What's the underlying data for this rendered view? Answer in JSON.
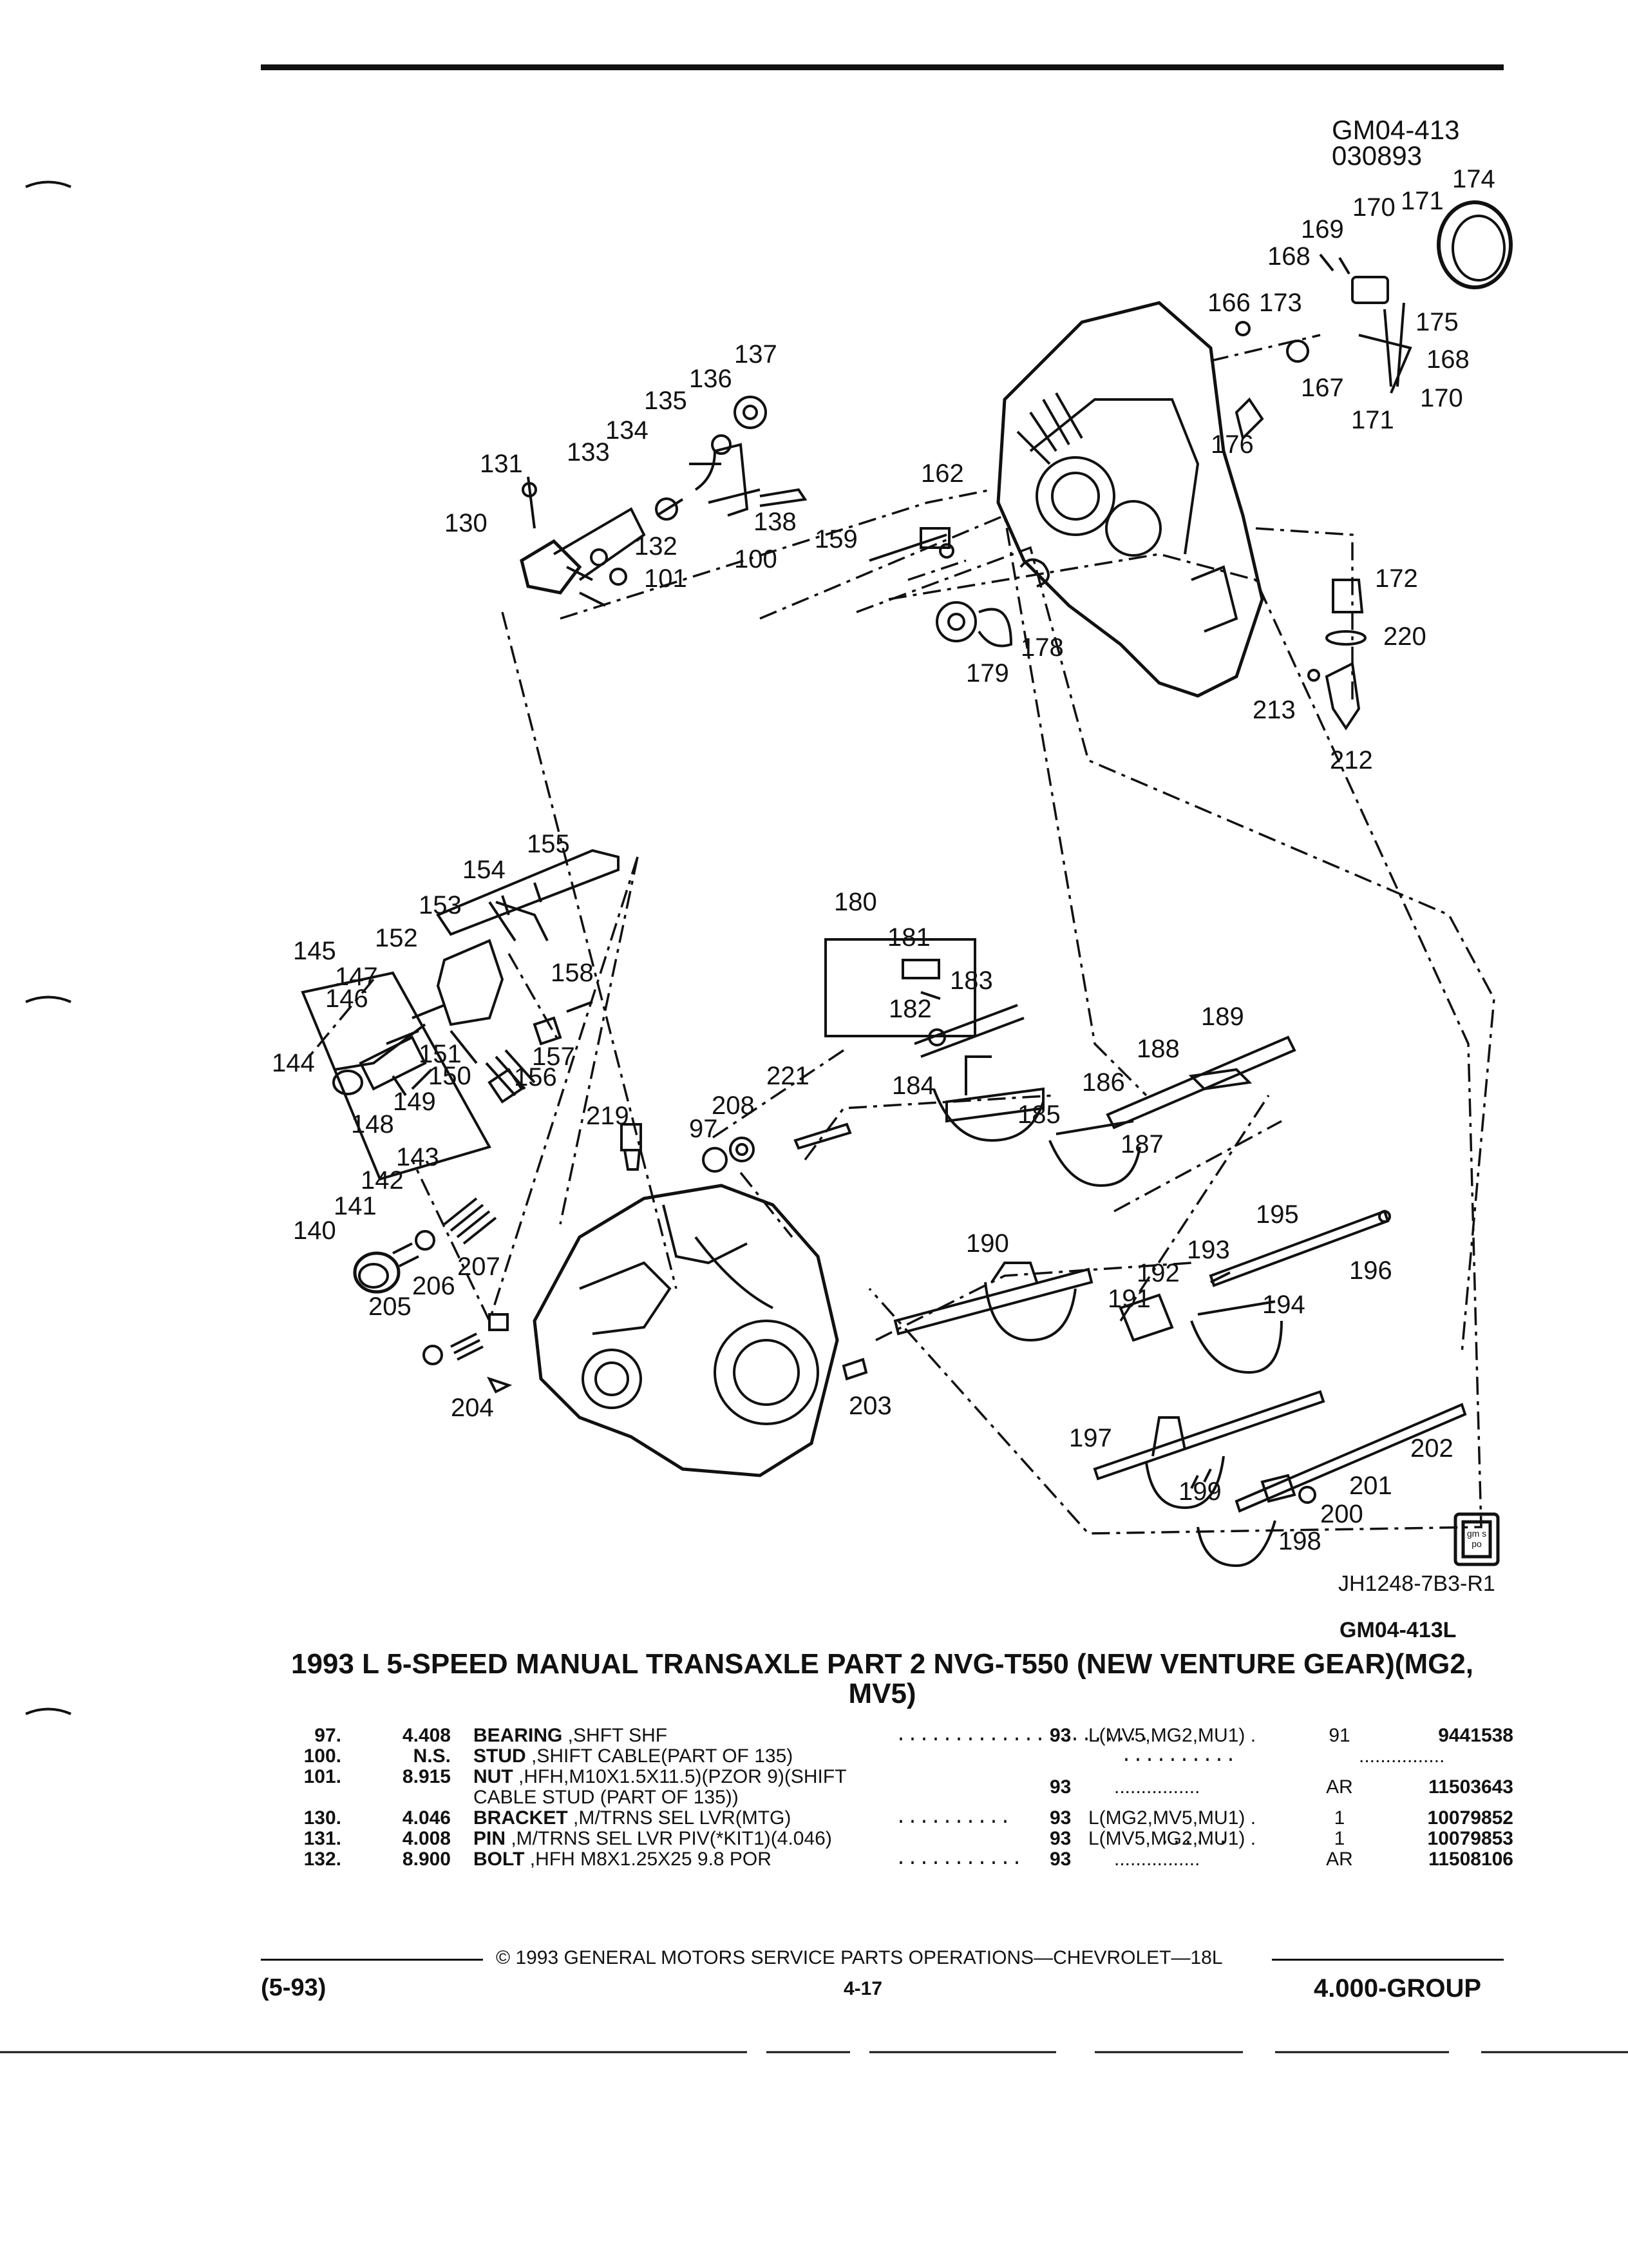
{
  "header": {
    "figure_id": "GM04-413",
    "figure_date": "030893"
  },
  "diagram": {
    "callouts": {
      "c97": "97",
      "c100": "100",
      "c101": "101",
      "c130": "130",
      "c131": "131",
      "c132": "132",
      "c133": "133",
      "c134": "134",
      "c135": "135",
      "c136": "136",
      "c137": "137",
      "c138": "138",
      "c140": "140",
      "c141": "141",
      "c142": "142",
      "c143": "143",
      "c144": "144",
      "c145": "145",
      "c146": "146",
      "c147": "147",
      "c148": "148",
      "c149": "149",
      "c150": "150",
      "c151": "151",
      "c152": "152",
      "c153": "153",
      "c154": "154",
      "c155": "155",
      "c156": "156",
      "c157": "157",
      "c158": "158",
      "c159": "159",
      "c162": "162",
      "c166": "166",
      "c167": "167",
      "c168a": "168",
      "c168b": "168",
      "c169": "169",
      "c170a": "170",
      "c170b": "170",
      "c171a": "171",
      "c171b": "171",
      "c172": "172",
      "c173": "173",
      "c174": "174",
      "c175": "175",
      "c176": "176",
      "c178": "178",
      "c179": "179",
      "c180": "180",
      "c181": "181",
      "c182": "182",
      "c183": "183",
      "c184": "184",
      "c185": "185",
      "c186": "186",
      "c187": "187",
      "c188": "188",
      "c189": "189",
      "c190": "190",
      "c191": "191",
      "c192": "192",
      "c193": "193",
      "c194": "194",
      "c195": "195",
      "c196": "196",
      "c197": "197",
      "c198": "198",
      "c199": "199",
      "c200": "200",
      "c201": "201",
      "c202": "202",
      "c203": "203",
      "c204": "204",
      "c205": "205",
      "c206": "206",
      "c207": "207",
      "c208": "208",
      "c212": "212",
      "c213": "213",
      "c219": "219",
      "c220": "220",
      "c221": "221"
    },
    "logo_text": "gm spo",
    "illustration_id": "JH1248-7B3-R1",
    "figure_ref": "GM04-413L"
  },
  "title": {
    "line1": "1993 L 5-SPEED MANUAL TRANSAXLE PART 2 NVG-T550 (NEW VENTURE GEAR)(MG2,",
    "line2": "MV5)"
  },
  "parts": [
    {
      "item": "97.",
      "code": "4.408",
      "name": "BEARING",
      "desc": " ,SHFT SHF",
      "leader": "......................",
      "year": "93",
      "usage": "L(MV5,MG2,MU1)  .",
      "qty": "91",
      "part_no": "9441538"
    },
    {
      "item": "100.",
      "code": "N.S.",
      "name": "STUD",
      "desc": " ,SHIFT CABLE(PART OF 135)",
      "leader": "..........",
      "year": "",
      "usage": "................",
      "qty": "",
      "part_no": ""
    },
    {
      "item": "101.",
      "code": "8.915",
      "name": "NUT",
      "desc": " ,HFH,M10X1.5X11.5)(PZOR 9)(SHIFT",
      "leader": "",
      "year": "93",
      "usage": "................",
      "qty": "AR",
      "part_no": "11503643"
    },
    {
      "item": "",
      "code": "",
      "name": "",
      "desc": "CABLE STUD (PART OF 135))",
      "leader": "",
      "year": "",
      "usage": "",
      "qty": "",
      "part_no": ""
    },
    {
      "item": "130.",
      "code": "4.046",
      "name": "BRACKET",
      "desc": " ,M/TRNS SEL LVR(MTG)",
      "leader": "..........",
      "year": "93",
      "usage": "L(MG2,MV5,MU1)  .",
      "qty": "1",
      "part_no": "10079852"
    },
    {
      "item": "131.",
      "code": "4.008",
      "name": "PIN",
      "desc": " ,M/TRNS SEL LVR PIV(*KIT1)(4.046)",
      "leader": "......",
      "year": "93",
      "usage": "L(MV5,MG2,MU1)  .",
      "qty": "1",
      "part_no": "10079853"
    },
    {
      "item": "132.",
      "code": "8.900",
      "name": "BOLT",
      "desc": " ,HFH M8X1.25X25 9.8 POR",
      "leader": "...........",
      "year": "93",
      "usage": "................",
      "qty": "AR",
      "part_no": "11508106"
    }
  ],
  "footer": {
    "copyright": "©  1993  GENERAL MOTORS SERVICE PARTS OPERATIONS—CHEVROLET—18L",
    "date": "(5-93)",
    "page": "4-17",
    "group": "4.000-GROUP"
  }
}
